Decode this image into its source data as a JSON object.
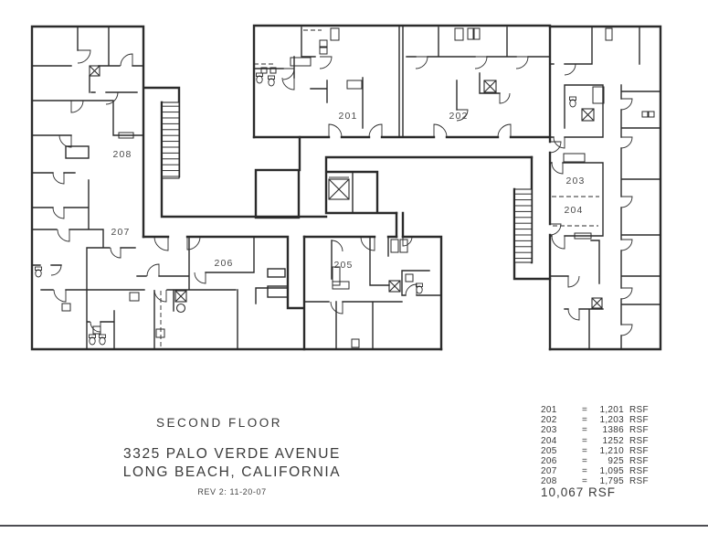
{
  "drawing": {
    "unit_labels": [
      "201",
      "202",
      "203",
      "204",
      "205",
      "206",
      "207",
      "208"
    ],
    "feature_icons": [
      "staircase-icon",
      "elevator-x-icon",
      "toilet-icon",
      "casework-icon"
    ]
  },
  "title_block": {
    "floor": "SECOND FLOOR",
    "address_line1": "3325 PALO VERDE AVENUE",
    "address_line2": "LONG BEACH, CALIFORNIA",
    "revision": "REV 2: 11-20-07"
  },
  "legend": {
    "rows": [
      {
        "unit": "201",
        "eq": "=",
        "value": "1,201",
        "suffix": "RSF"
      },
      {
        "unit": "202",
        "eq": "=",
        "value": "1,203",
        "suffix": "RSF"
      },
      {
        "unit": "203",
        "eq": "=",
        "value": "1386",
        "suffix": "RSF"
      },
      {
        "unit": "204",
        "eq": "=",
        "value": "1252",
        "suffix": "RSF"
      },
      {
        "unit": "205",
        "eq": "=",
        "value": "1,210",
        "suffix": "RSF"
      },
      {
        "unit": "206",
        "eq": "=",
        "value": "925",
        "suffix": "RSF"
      },
      {
        "unit": "207",
        "eq": "=",
        "value": "1,095",
        "suffix": "RSF"
      },
      {
        "unit": "208",
        "eq": "=",
        "value": "1,795",
        "suffix": "RSF"
      }
    ],
    "total": "10,067 RSF"
  },
  "colors": {
    "ink": "#2b2b2b",
    "paper": "#ffffff",
    "label": "#4a4a4a",
    "border_rule": "#4d4d52"
  }
}
